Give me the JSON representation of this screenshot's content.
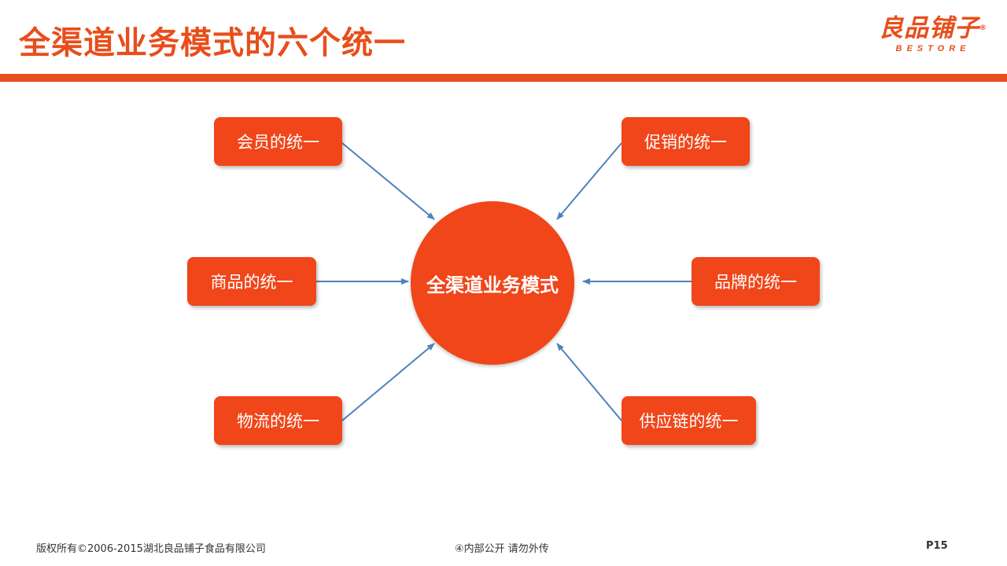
{
  "slide": {
    "title": "全渠道业务模式的六个统一"
  },
  "logo": {
    "name_cn": "良品铺子",
    "registered_mark": "®",
    "name_en": "BESTORE"
  },
  "diagram": {
    "center": "全渠道业务模式",
    "nodes": {
      "member": "会员的统一",
      "promotion": "促销的统一",
      "product": "商品的统一",
      "brand": "品牌的统一",
      "logistics": "物流的统一",
      "supply_chain": "供应链的统一"
    },
    "arrow_color": "#4f81bd",
    "box_color": "#f0461a"
  },
  "footer": {
    "copyright": "版权所有©2006-2015湖北良品铺子食品有限公司",
    "internal": "④内部公开 请勿外传",
    "page": "P15"
  }
}
